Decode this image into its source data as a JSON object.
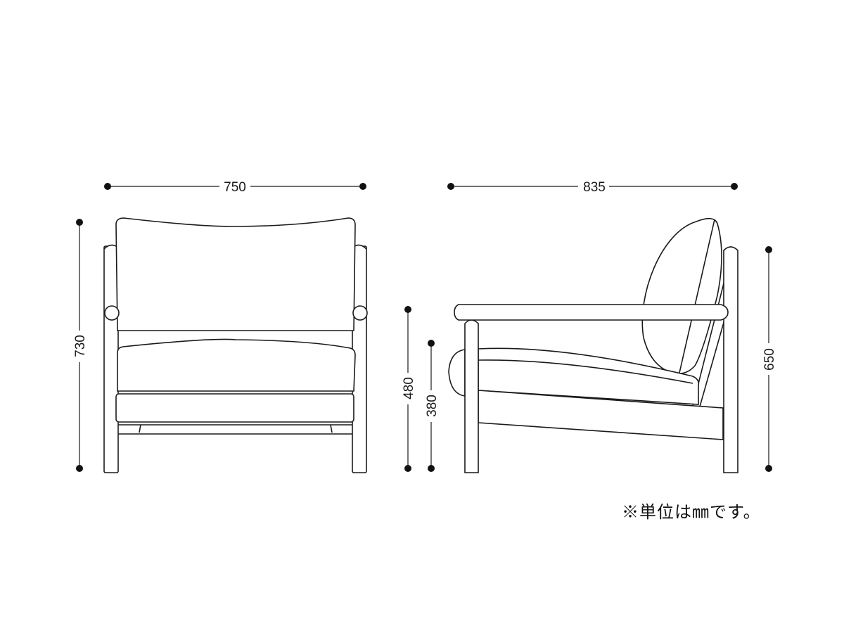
{
  "units_note": "※単位は㎜です。",
  "front_view": {
    "width_label": "750",
    "height_label": "730"
  },
  "side_view": {
    "depth_label": "835",
    "arm_height_label": "480",
    "seat_height_label": "380",
    "back_post_height_label": "650"
  },
  "colors": {
    "line": "#1a1a1a",
    "background": "#ffffff"
  }
}
